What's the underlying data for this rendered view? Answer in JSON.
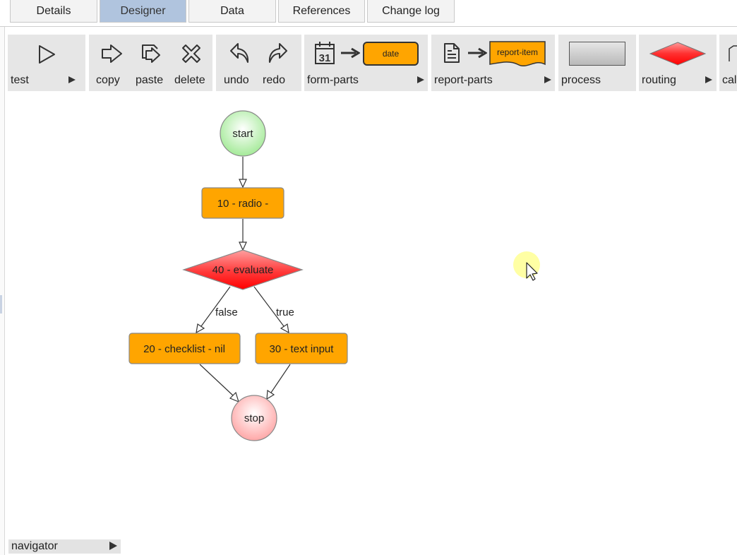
{
  "tabs": [
    "Details",
    "Designer",
    "Data",
    "References",
    "Change log"
  ],
  "toolbar": {
    "test": "test",
    "copy": "copy",
    "paste": "paste",
    "delete": "delete",
    "undo": "undo",
    "redo": "redo",
    "form_parts": "form-parts",
    "form_parts_icon_text": "date",
    "report_parts": "report-parts",
    "report_parts_icon_text": "report-item",
    "process": "process",
    "routing": "routing",
    "cal": "cal"
  },
  "diagram": {
    "start": "start",
    "radio": "10 - radio -",
    "evaluate": "40 - evaluate",
    "false_label": "false",
    "true_label": "true",
    "checklist": "20 - checklist - nil",
    "text_input": "30 - text input",
    "stop": "stop"
  },
  "navigator": {
    "label": "navigator"
  },
  "colors": {
    "active_tab": "#b0c4de",
    "task": "#ffa500",
    "routing": "#ff2a2a",
    "start": "#b8efb0",
    "stop": "#ffb8b8",
    "cursor_highlight": "#ffff9a"
  }
}
